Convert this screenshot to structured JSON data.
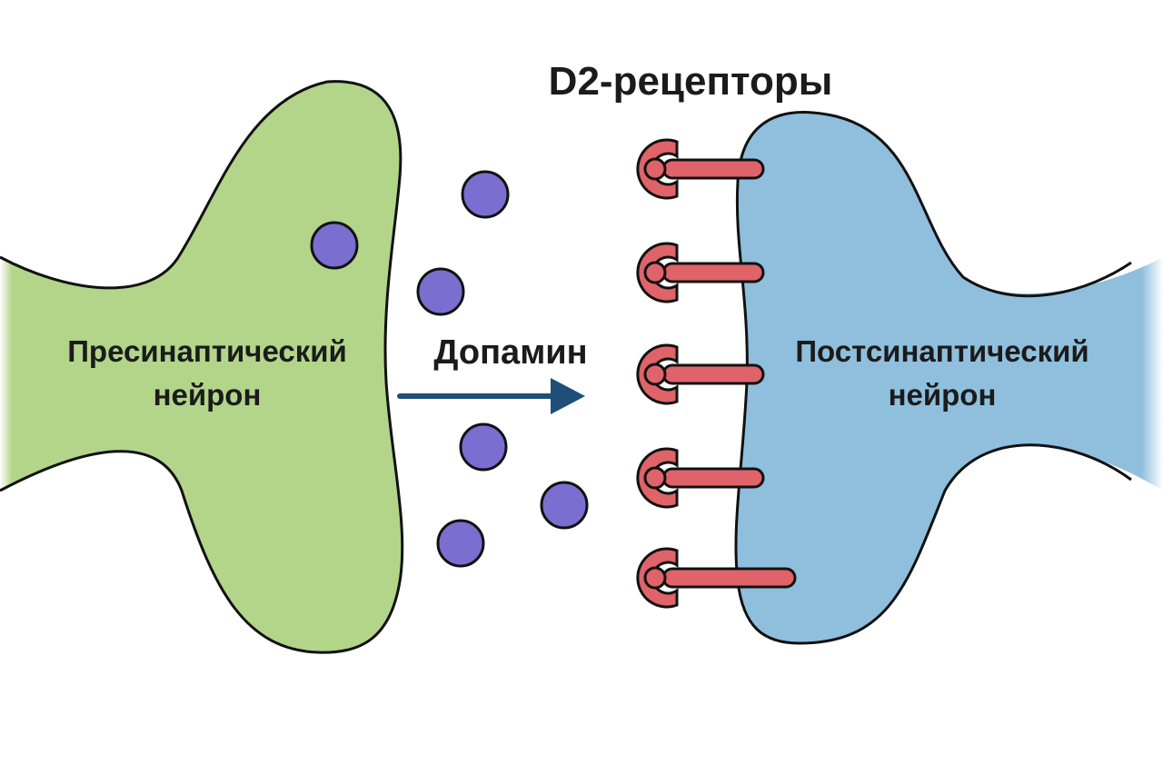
{
  "title": "D2-рецепторы",
  "presynaptic": {
    "label_line1": "Пресинаптический",
    "label_line2": "нейрон"
  },
  "postsynaptic": {
    "label_line1": "Постсинаптический",
    "label_line2": "нейрон"
  },
  "neurotransmitter": {
    "label": "Допамин"
  },
  "colors": {
    "presynaptic_fill": "#b2d58a",
    "postsynaptic_fill": "#8fbfdd",
    "dopamine_fill": "#7a6fd0",
    "receptor_fill": "#e0636a",
    "arrow": "#1f4e79",
    "outline": "#111111"
  }
}
